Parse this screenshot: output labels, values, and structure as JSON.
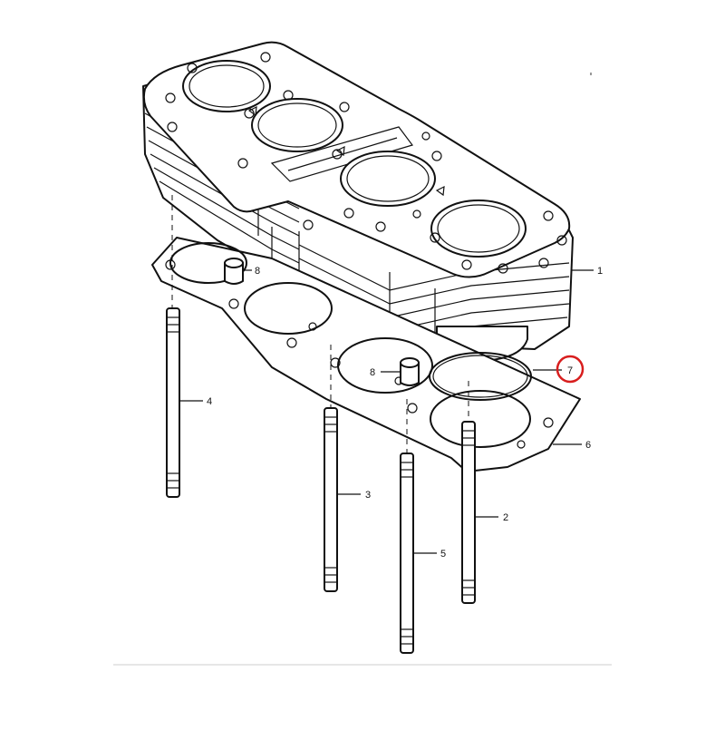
{
  "diagram": {
    "callouts": [
      {
        "id": "c1",
        "number": "1"
      },
      {
        "id": "c2",
        "number": "2"
      },
      {
        "id": "c3",
        "number": "3"
      },
      {
        "id": "c4",
        "number": "4"
      },
      {
        "id": "c5",
        "number": "5"
      },
      {
        "id": "c6",
        "number": "6"
      },
      {
        "id": "c7",
        "number": "7"
      },
      {
        "id": "c8a",
        "number": "8"
      },
      {
        "id": "c8b",
        "number": "8"
      }
    ],
    "highlight": {
      "target": "7",
      "color": "#d81e1e"
    },
    "line_color": "#111111"
  }
}
